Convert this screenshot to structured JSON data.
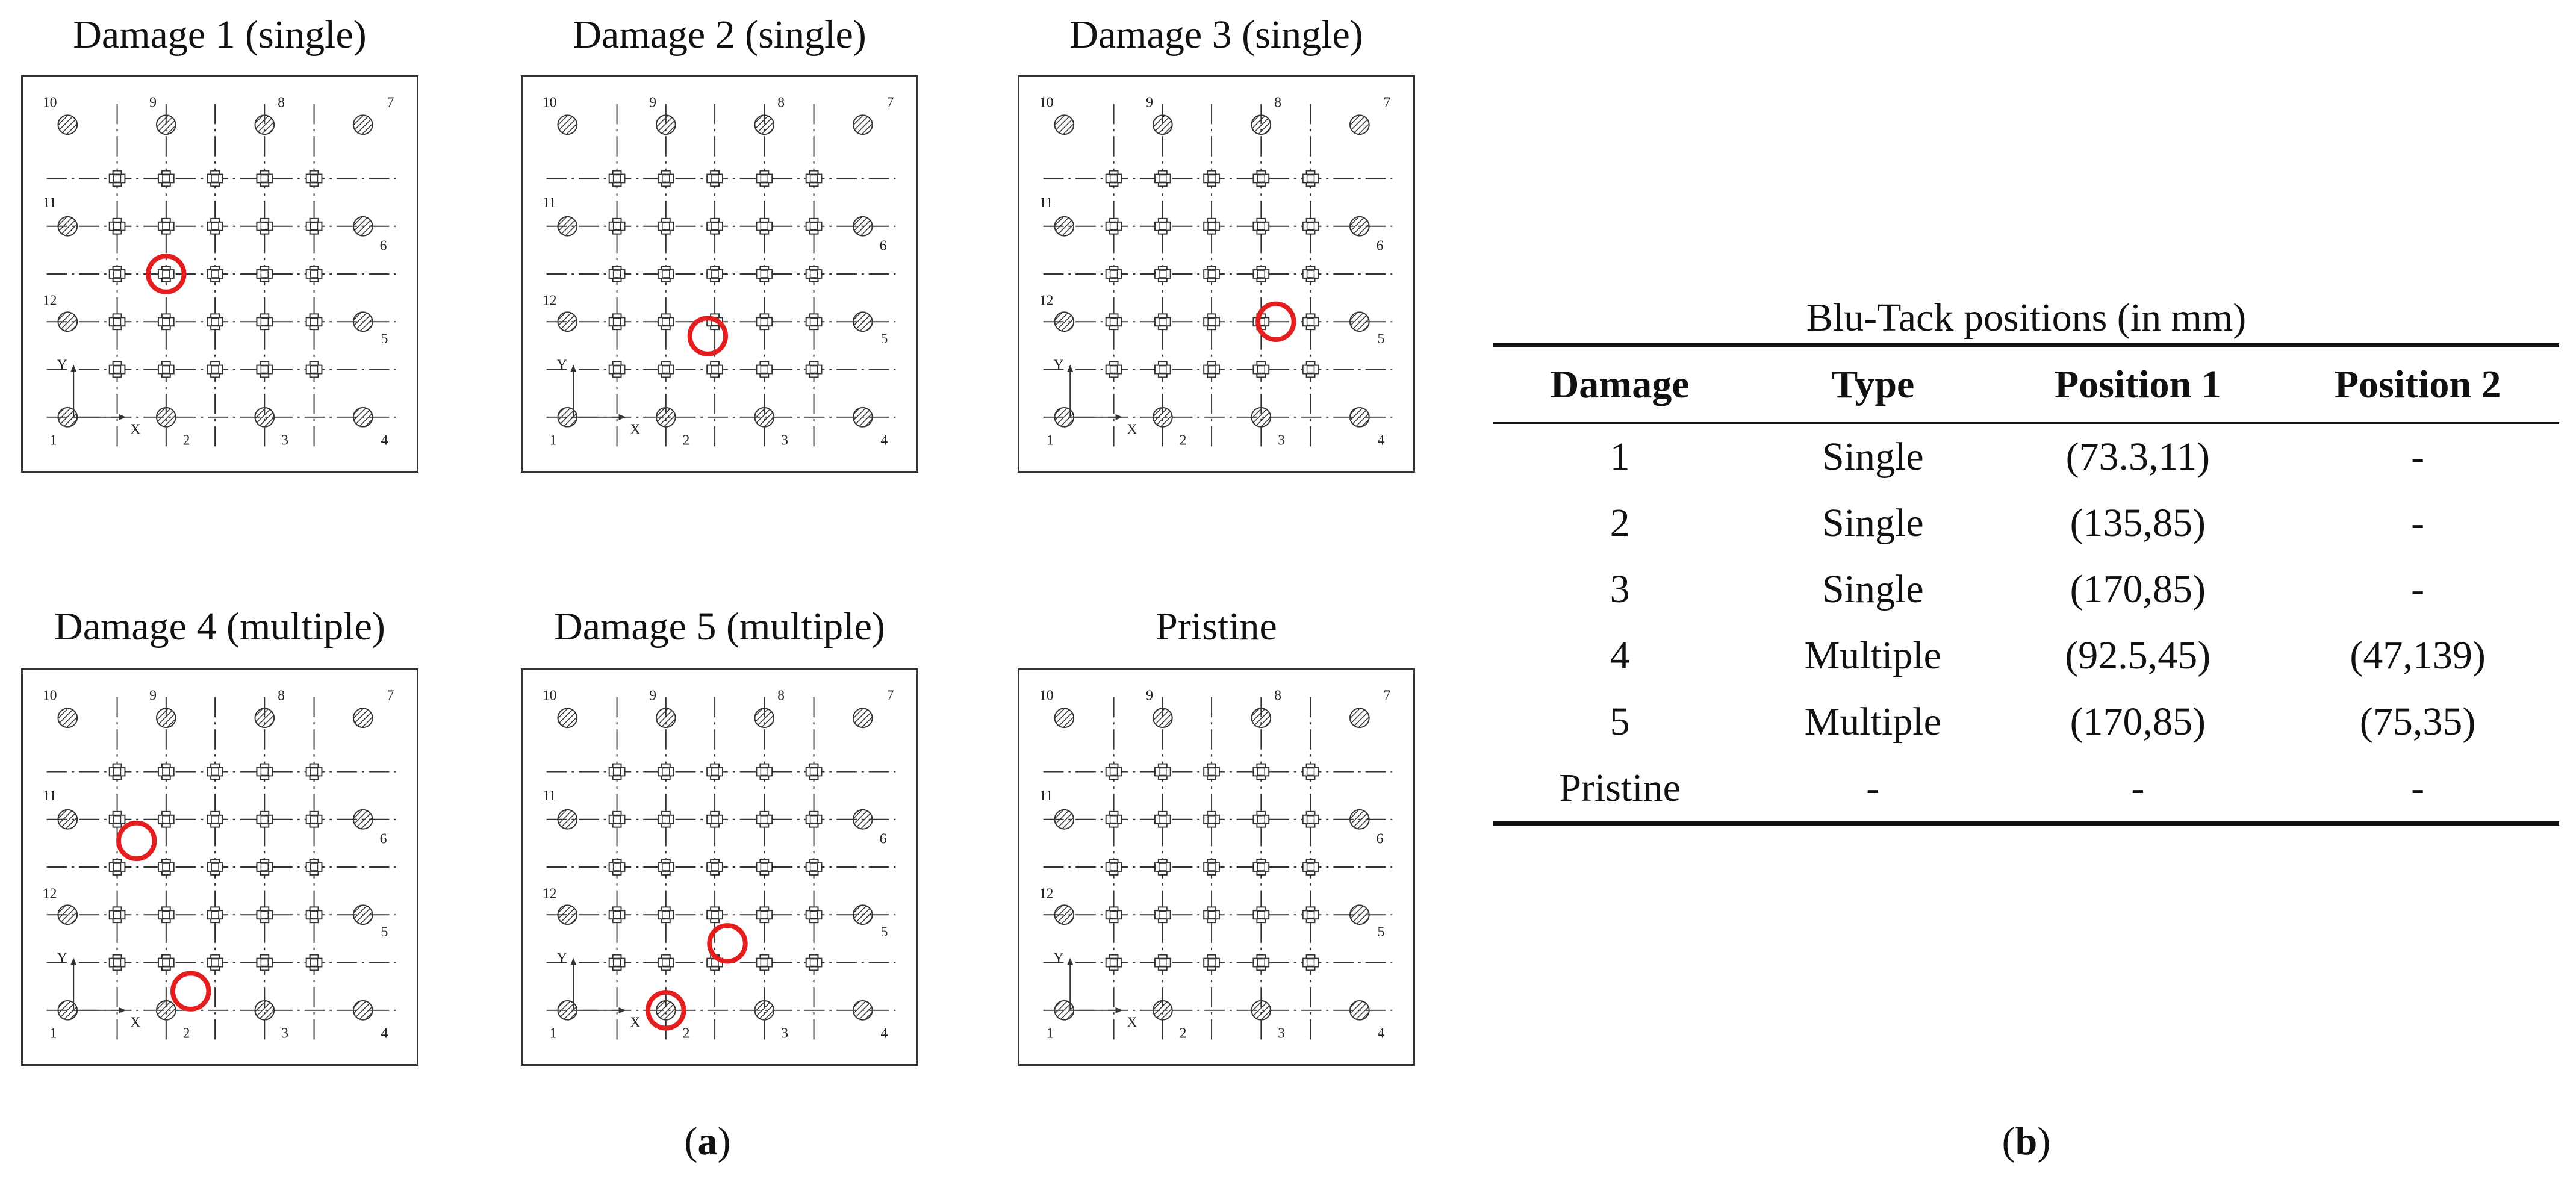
{
  "panels": [
    {
      "title": "Damage 1 (single)",
      "markers": [
        [
          2,
          3
        ]
      ]
    },
    {
      "title": "Damage 2 (single)",
      "markers": [
        [
          2.85,
          4.3
        ]
      ]
    },
    {
      "title": "Damage 3 (single)",
      "markers": [
        [
          4.3,
          4.0
        ]
      ]
    },
    {
      "title": "Damage 4 (multiple)",
      "markers": [
        [
          1.4,
          2.45
        ],
        [
          2.5,
          5.6
        ]
      ]
    },
    {
      "title": "Damage 5 (multiple)",
      "markers": [
        [
          3.25,
          4.6
        ],
        [
          2,
          6
        ]
      ]
    },
    {
      "title": "Pristine",
      "markers": []
    }
  ],
  "plate": {
    "pzt_numbers": [
      "10",
      "9",
      "8",
      "7",
      "11",
      "6",
      "12",
      "5",
      "1",
      "2",
      "3",
      "4"
    ],
    "axis_x": "X",
    "axis_y": "Y"
  },
  "labels": {
    "a": "a",
    "b": "b"
  },
  "table": {
    "caption": "Blu-Tack positions (in mm)",
    "headers": [
      "Damage",
      "Type",
      "Position 1",
      "Position 2"
    ],
    "rows": [
      [
        "1",
        "Single",
        "(73.3,11)",
        "-"
      ],
      [
        "2",
        "Single",
        "(135,85)",
        "-"
      ],
      [
        "3",
        "Single",
        "(170,85)",
        "-"
      ],
      [
        "4",
        "Multiple",
        "(92.5,45)",
        "(47,139)"
      ],
      [
        "5",
        "Multiple",
        "(170,85)",
        "(75,35)"
      ],
      [
        "Pristine",
        "-",
        "-",
        "-"
      ]
    ]
  },
  "colors": {
    "damage_marker": "#e41e1e",
    "line": "#333333"
  }
}
